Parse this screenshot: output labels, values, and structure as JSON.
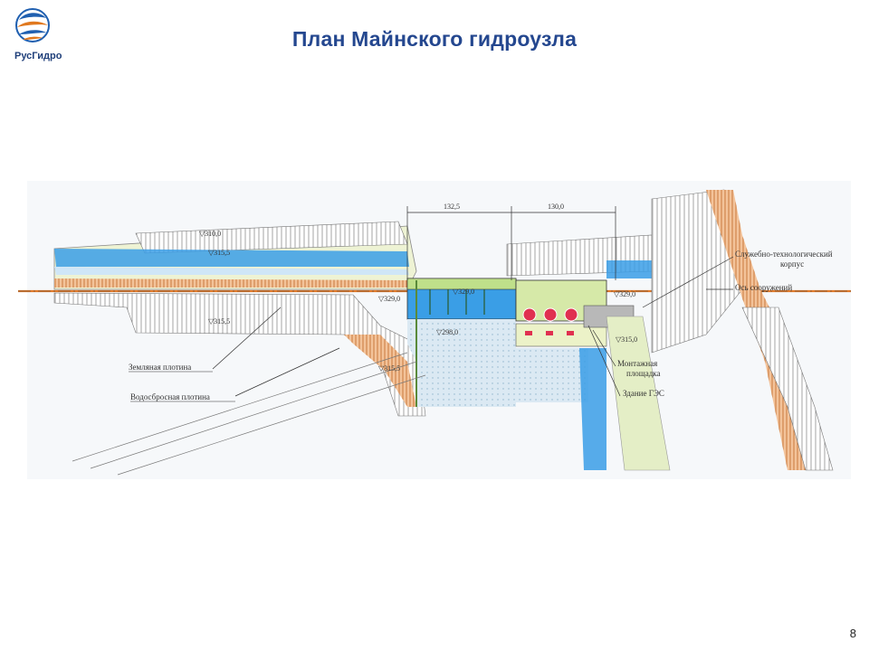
{
  "header": {
    "logo_text": "РусГидро",
    "title": "План Майнского гидроузла"
  },
  "drawing": {
    "dimensions": [
      "132,5",
      "130,0"
    ],
    "elevations": [
      "▽310,0",
      "▽315,5",
      "▽315,5",
      "▽315,5",
      "▽329,0",
      "▽329,0",
      "▽329,0",
      "▽298,0",
      "▽315,0"
    ],
    "labels": {
      "earth_dam": "Земляная плотина",
      "spillway_dam": "Водосбросная плотина",
      "service_building": [
        "Служебно-технологический",
        "корпус"
      ],
      "structure_axis": "Ось сооружений",
      "assembly_area": [
        "Монтажная",
        "площадка"
      ],
      "hpp_building": "Здание ГЭС"
    },
    "colors": {
      "water": "#3a9ee6",
      "water_light": "#cfe6f7",
      "axis": "#e07a2a",
      "ground": "#eaf1c8",
      "units": "#e03050"
    }
  },
  "page_number": "8"
}
